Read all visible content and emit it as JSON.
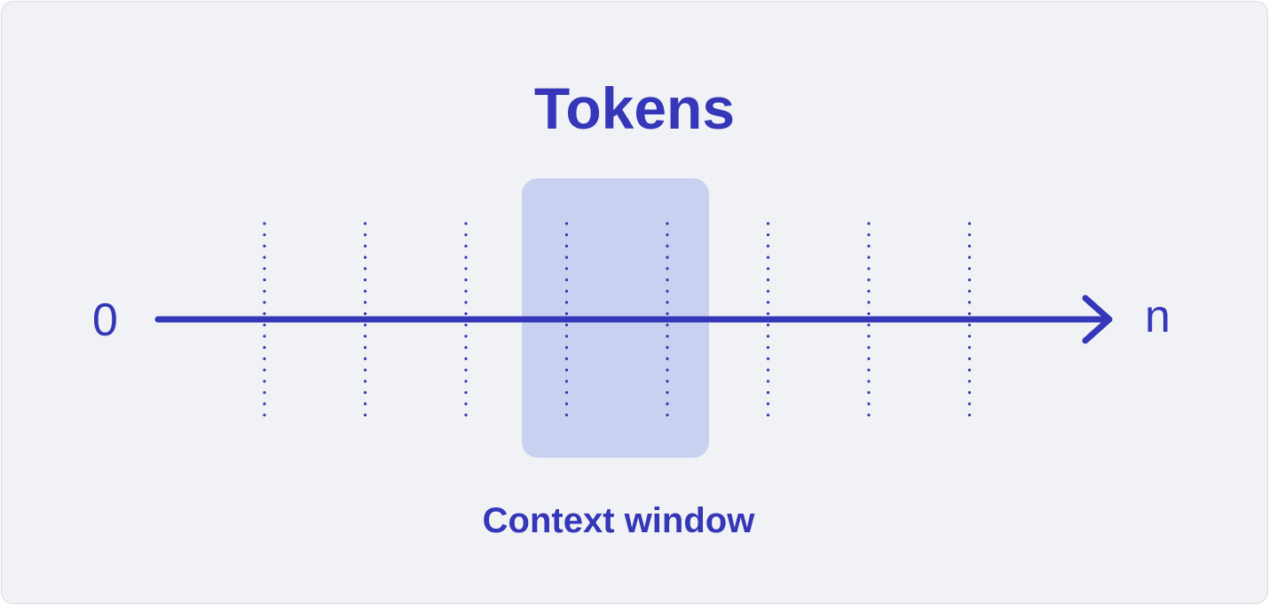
{
  "title": "Tokens",
  "axis": {
    "start_label": "0",
    "end_label": "n"
  },
  "context_window": {
    "label": "Context window"
  },
  "token_marker_count": 8,
  "colors": {
    "background": "#f0f2f5",
    "accent": "#3537b8",
    "window_fill": "#c9d1f0"
  }
}
